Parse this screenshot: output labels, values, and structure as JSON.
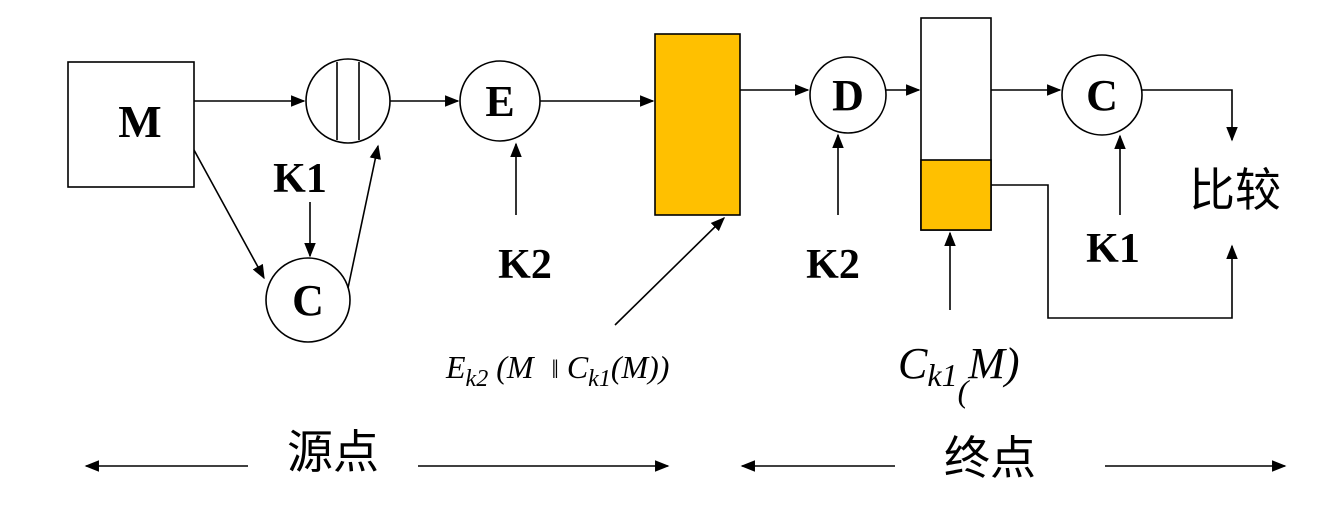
{
  "colors": {
    "highlight": "#FFC000",
    "stroke": "#000000",
    "background": "#FFFFFF"
  },
  "nodes": {
    "message": "M",
    "compress_source": "C",
    "encrypt": "E",
    "decrypt": "D",
    "compress_dest": "C",
    "compare": "比较"
  },
  "keys": {
    "k1_source": "K1",
    "k2_source": "K2",
    "k2_dest": "K2",
    "k1_dest": "K1"
  },
  "formulas": {
    "ciphertext": {
      "E": "E",
      "E_sub": "k2",
      "open": " (M ",
      "concat": "‖",
      "C": " C",
      "C_sub": "k1",
      "rest": "(M))"
    },
    "mac": {
      "C": "C",
      "C_sub": "k1",
      "paren": "(",
      "rest": "M)"
    }
  },
  "sections": {
    "source": "源点",
    "destination": "终点"
  }
}
